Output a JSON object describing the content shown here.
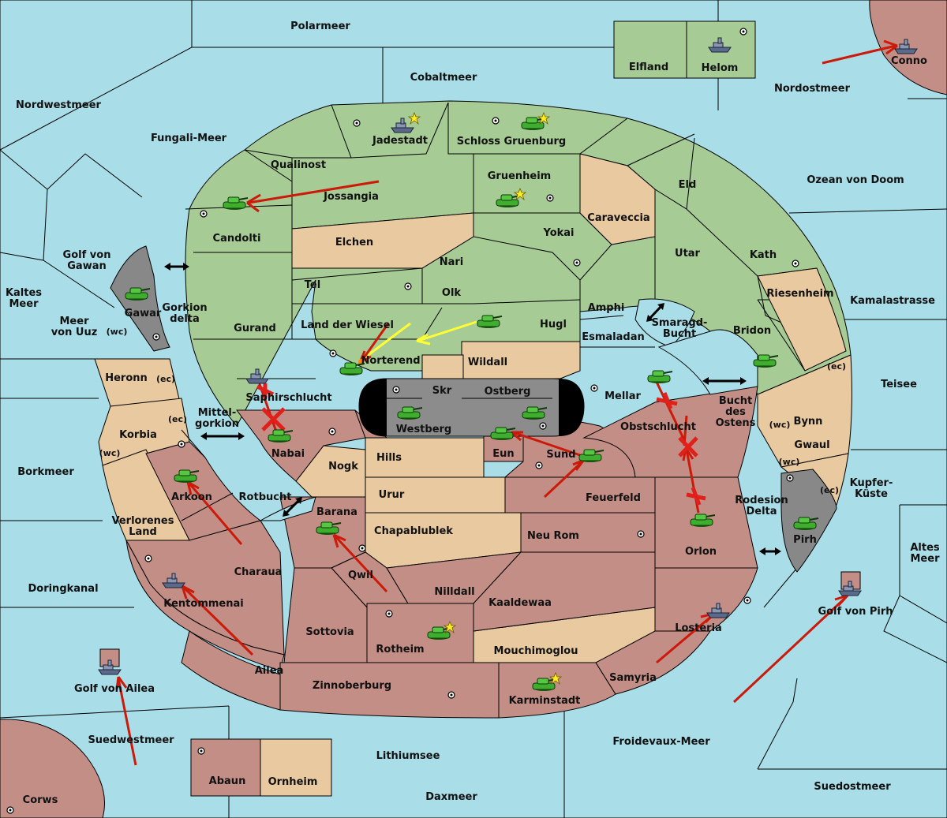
{
  "colors": {
    "sea": "#a9dde8",
    "green_power": "#a7cb95",
    "neutral": "#e8c9a0",
    "red_power": "#c38e86",
    "impassable": "#888888",
    "order_arrow": "#cc1a0a",
    "support_arrow": "#ffff33"
  },
  "seas": {
    "polarmeer": "Polarmeer",
    "cobaltmeer": "Cobaltmeer",
    "nordwestmeer": "Nordwestmeer",
    "nordostmeer": "Nordostmeer",
    "fungali": "Fungali-Meer",
    "ozean": "Ozean von Doom",
    "kamalastrasse": "Kamalastrasse",
    "teisee": "Teisee",
    "kupfer1": "Kupfer-",
    "kupfer2": "Küste",
    "altes1": "Altes",
    "altes2": "Meer",
    "kaltes1": "Kaltes",
    "kaltes2": "Meer",
    "golfgawan1": "Golf von",
    "golfgawan2": "Gawan",
    "meeruuz1": "Meer",
    "meeruuz2": "von Uuz",
    "borkmeer": "Borkmeer",
    "doringkanal": "Doringkanal",
    "golfailea": "Golf von Ailea",
    "suedwestmeer": "Suedwestmeer",
    "lithiumsee": "Lithiumsee",
    "daxmeer": "Daxmeer",
    "froidevaux": "Froidevaux-Meer",
    "suedostmeer": "Suedostmeer",
    "golfpirh": "Golf von Pirh",
    "mittel1": "Mittel-",
    "mittel2": "gorkion",
    "rotbucht": "Rotbucht",
    "gorkdelta1": "Gorkion",
    "gorkdelta2": "delta",
    "smaragd1": "Smaragd-",
    "smaragd2": "Bucht",
    "bucht1": "Bucht",
    "bucht2": "des",
    "bucht3": "Ostens",
    "rodesion1": "Rodesion",
    "rodesion2": "Delta"
  },
  "lands": {
    "elfland": "Elfland",
    "helom": "Helom",
    "conno": "Conno",
    "jadestadt": "Jadestadt",
    "schloss": "Schloss Gruenburg",
    "qualinost": "Qualinost",
    "gruenheim": "Gruenheim",
    "jossangia": "Jossangia",
    "eld": "Eld",
    "candolti": "Candolti",
    "caraveccia": "Caraveccia",
    "elchen": "Elchen",
    "yokai": "Yokai",
    "nari": "Nari",
    "utar": "Utar",
    "kath": "Kath",
    "tel": "Tel",
    "olk": "Olk",
    "amphi": "Amphi",
    "riesenheim": "Riesenheim",
    "gawar": "Gawar",
    "gurand": "Gurand",
    "landwiesel": "Land der Wiesel",
    "hugl": "Hugl",
    "esmaladan": "Esmaladan",
    "bridon": "Bridon",
    "norterend": "Norterend",
    "wildall": "Wildall",
    "heronn": "Heronn",
    "skr": "Skr",
    "ostberg": "Ostberg",
    "mellar": "Mellar",
    "saphir": "Saphirschlucht",
    "westberg": "Westberg",
    "korbia": "Korbia",
    "obst": "Obstschlucht",
    "bynn": "Bynn",
    "nabai": "Nabai",
    "eun": "Eun",
    "sund": "Sund",
    "gwaul": "Gwaul",
    "hills": "Hills",
    "nogk": "Nogk",
    "arkoon": "Arkoon",
    "urur": "Urur",
    "feuerfeld": "Feuerfeld",
    "verlorenes1": "Verlorenes",
    "verlorenes2": "Land",
    "barana": "Barana",
    "chapa": "Chapablublek",
    "neurom": "Neu Rom",
    "orlon": "Orlon",
    "pirh": "Pirh",
    "charaua": "Charaua",
    "qwil": "Qwil",
    "nilldall": "Nilldall",
    "kentommenai": "Kentommenai",
    "kaaldewaa": "Kaaldewaa",
    "losteria": "Losteria",
    "sottovia": "Sottovia",
    "rotheim": "Rotheim",
    "mouchi": "Mouchimoglou",
    "ailea": "Ailea",
    "samyria": "Samyria",
    "zinnoberburg": "Zinnoberburg",
    "karminstadt": "Karminstadt",
    "abaun": "Abaun",
    "ornheim": "Ornheim",
    "corws": "Corws"
  },
  "coasts": {
    "wc1": "(wc)",
    "ec1": "(ec)",
    "ec2": "(ec)",
    "wc2": "(wc)",
    "ec3": "(ec)",
    "wc3": "(wc)",
    "wc4": "(wc)",
    "ec4": "(ec)"
  },
  "units": [
    {
      "type": "army-icon",
      "region": "Candolti"
    },
    {
      "type": "army-icon",
      "region": "Gruenheim"
    },
    {
      "type": "army-icon",
      "region": "Schloss Gruenburg"
    },
    {
      "type": "fleet-icon",
      "region": "Jadestadt"
    },
    {
      "type": "fleet-icon",
      "region": "Helom"
    },
    {
      "type": "fleet-icon",
      "region": "Conno"
    },
    {
      "type": "army-icon",
      "region": "Gawar"
    },
    {
      "type": "army-icon",
      "region": "Hugl"
    },
    {
      "type": "army-icon",
      "region": "Norterend"
    },
    {
      "type": "fleet-icon",
      "region": "Saphirschlucht"
    },
    {
      "type": "army-icon",
      "region": "Westberg"
    },
    {
      "type": "army-icon",
      "region": "Ostberg"
    },
    {
      "type": "army-icon",
      "region": "Eun"
    },
    {
      "type": "army-icon",
      "region": "Sund"
    },
    {
      "type": "army-icon",
      "region": "Mellar"
    },
    {
      "type": "army-icon",
      "region": "Bridon"
    },
    {
      "type": "army-icon",
      "region": "Nabai"
    },
    {
      "type": "army-icon",
      "region": "Arkoon"
    },
    {
      "type": "army-icon",
      "region": "Barana"
    },
    {
      "type": "army-icon",
      "region": "Orlon"
    },
    {
      "type": "army-icon",
      "region": "Pirh"
    },
    {
      "type": "fleet-icon",
      "region": "Kentommenai"
    },
    {
      "type": "fleet-icon",
      "region": "Losteria"
    },
    {
      "type": "army-icon",
      "region": "Rotheim"
    },
    {
      "type": "army-icon",
      "region": "Karminstadt"
    },
    {
      "type": "fleet-icon",
      "region": "Golf von Ailea"
    },
    {
      "type": "fleet-icon",
      "region": "Golf von Pirh"
    }
  ]
}
